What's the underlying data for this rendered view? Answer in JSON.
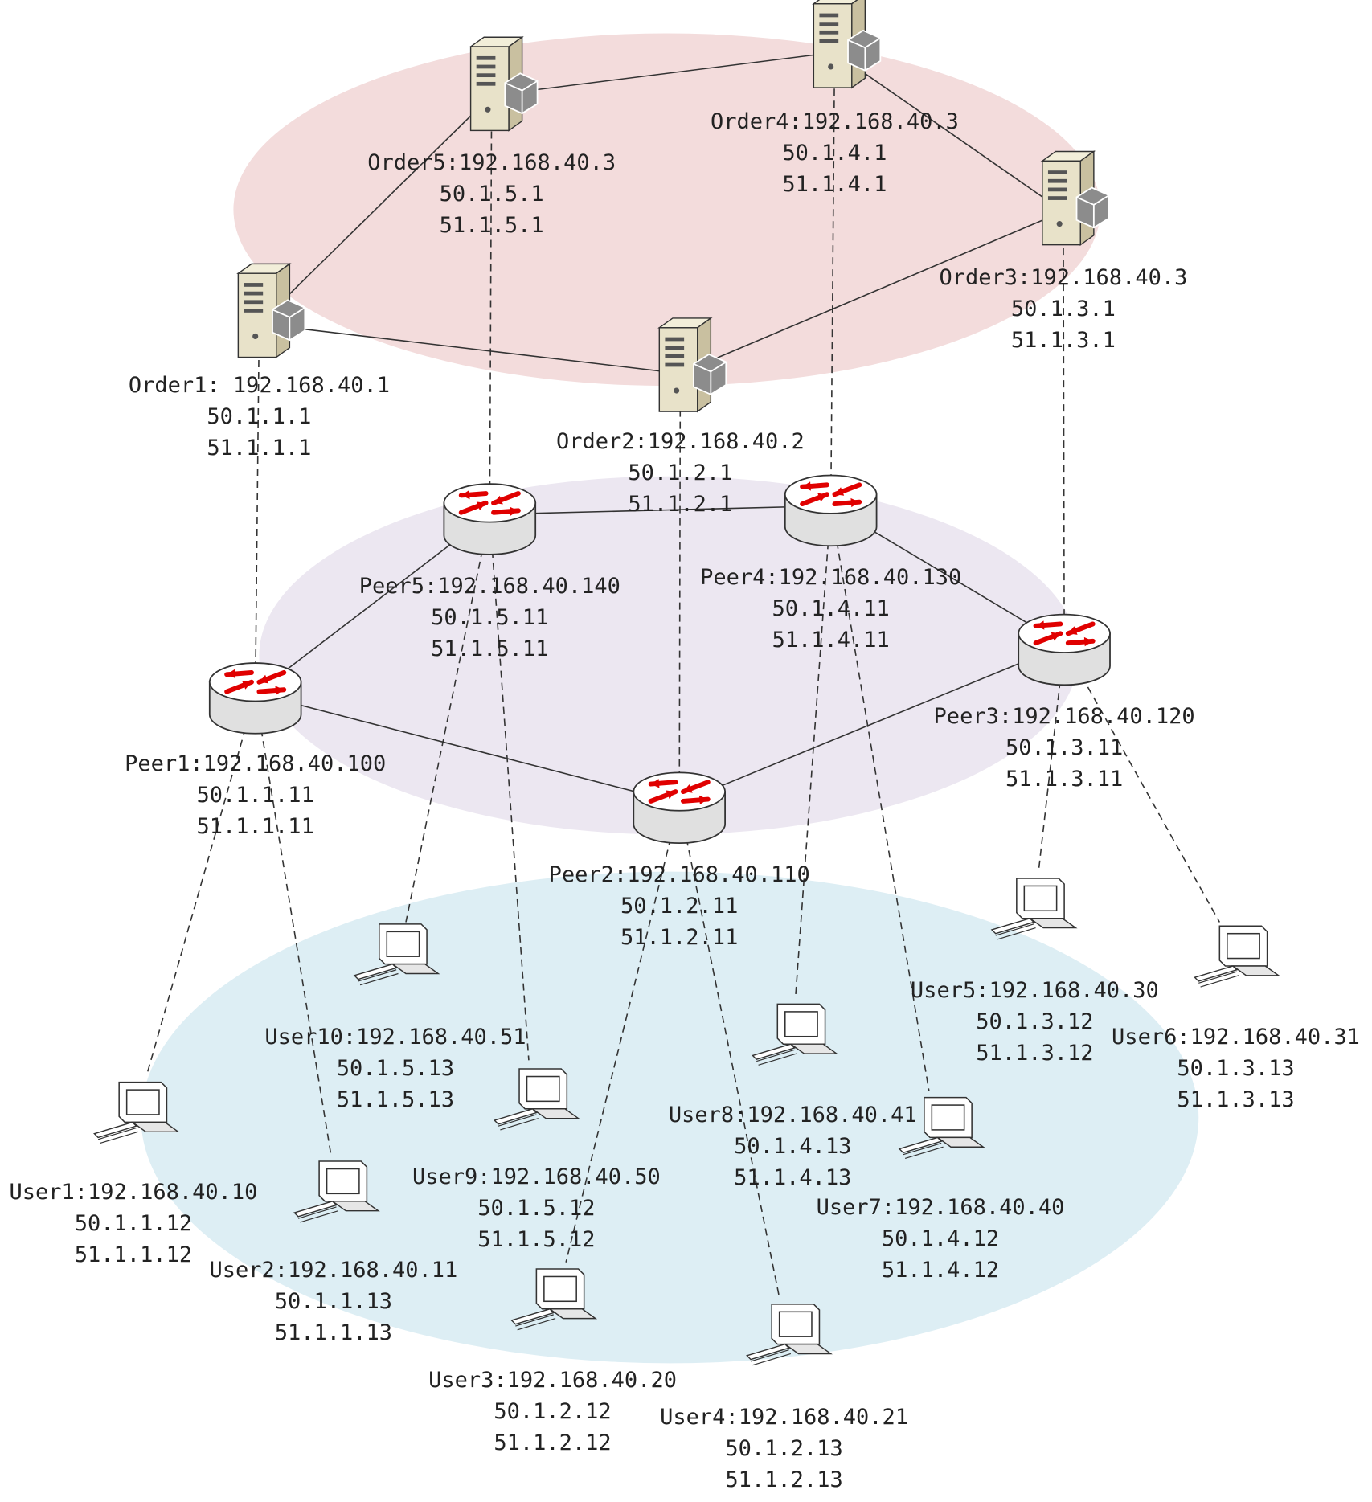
{
  "colors": {
    "order_zone": "#f3dcdc",
    "peer_zone": "#ece7f1",
    "user_zone": "#ddeef4",
    "link": "#333333",
    "router_arrow": "#e00000",
    "server_body": "#e8e2c9",
    "cube": "#8c8c8c"
  },
  "nodes": {
    "order1": {
      "icon": "server-icon",
      "name": "Order1: 192.168.40.1",
      "addr1": "50.1.1.1",
      "addr2": "51.1.1.1"
    },
    "order2": {
      "icon": "server-icon",
      "name": "Order2:192.168.40.2",
      "addr1": "50.1.2.1",
      "addr2": "51.1.2.1"
    },
    "order3": {
      "icon": "server-icon",
      "name": "Order3:192.168.40.3",
      "addr1": "50.1.3.1",
      "addr2": "51.1.3.1"
    },
    "order4": {
      "icon": "server-icon",
      "name": "Order4:192.168.40.3",
      "addr1": "50.1.4.1",
      "addr2": "51.1.4.1"
    },
    "order5": {
      "icon": "server-icon",
      "name": "Order5:192.168.40.3",
      "addr1": "50.1.5.1",
      "addr2": "51.1.5.1"
    },
    "peer1": {
      "icon": "router-icon",
      "name": "Peer1:192.168.40.100",
      "addr1": "50.1.1.11",
      "addr2": "51.1.1.11"
    },
    "peer2": {
      "icon": "router-icon",
      "name": "Peer2:192.168.40.110",
      "addr1": "50.1.2.11",
      "addr2": "51.1.2.11"
    },
    "peer3": {
      "icon": "router-icon",
      "name": "Peer3:192.168.40.120",
      "addr1": "50.1.3.11",
      "addr2": "51.1.3.11"
    },
    "peer4": {
      "icon": "router-icon",
      "name": "Peer4:192.168.40.130",
      "addr1": "50.1.4.11",
      "addr2": "51.1.4.11"
    },
    "peer5": {
      "icon": "router-icon",
      "name": "Peer5:192.168.40.140",
      "addr1": "50.1.5.11",
      "addr2": "51.1.5.11"
    },
    "user1": {
      "icon": "computer-icon",
      "name": "User1:192.168.40.10",
      "addr1": "50.1.1.12",
      "addr2": "51.1.1.12"
    },
    "user2": {
      "icon": "computer-icon",
      "name": "User2:192.168.40.11",
      "addr1": "50.1.1.13",
      "addr2": "51.1.1.13"
    },
    "user3": {
      "icon": "computer-icon",
      "name": "User3:192.168.40.20",
      "addr1": "50.1.2.12",
      "addr2": "51.1.2.12"
    },
    "user4": {
      "icon": "computer-icon",
      "name": "User4:192.168.40.21",
      "addr1": "50.1.2.13",
      "addr2": "51.1.2.13"
    },
    "user5": {
      "icon": "computer-icon",
      "name": "User5:192.168.40.30",
      "addr1": "50.1.3.12",
      "addr2": "51.1.3.12"
    },
    "user6": {
      "icon": "computer-icon",
      "name": "User6:192.168.40.31",
      "addr1": "50.1.3.13",
      "addr2": "51.1.3.13"
    },
    "user7": {
      "icon": "computer-icon",
      "name": "User7:192.168.40.40",
      "addr1": "50.1.4.12",
      "addr2": "51.1.4.12"
    },
    "user8": {
      "icon": "computer-icon",
      "name": "User8:192.168.40.41",
      "addr1": "50.1.4.13",
      "addr2": "51.1.4.13"
    },
    "user9": {
      "icon": "computer-icon",
      "name": "User9:192.168.40.50",
      "addr1": "50.1.5.12",
      "addr2": "51.1.5.12"
    },
    "user10": {
      "icon": "computer-icon",
      "name": "User10:192.168.40.51",
      "addr1": "50.1.5.13",
      "addr2": "51.1.5.13"
    }
  },
  "links": {
    "orderer_ring": [
      [
        "order1",
        "order5"
      ],
      [
        "order5",
        "order4"
      ],
      [
        "order4",
        "order3"
      ],
      [
        "order3",
        "order2"
      ],
      [
        "order2",
        "order1"
      ]
    ],
    "peer_ring": [
      [
        "peer1",
        "peer5"
      ],
      [
        "peer5",
        "peer4"
      ],
      [
        "peer4",
        "peer3"
      ],
      [
        "peer3",
        "peer2"
      ],
      [
        "peer2",
        "peer1"
      ]
    ],
    "order_to_peer_dashed": [
      [
        "order1",
        "peer1"
      ],
      [
        "order2",
        "peer2"
      ],
      [
        "order3",
        "peer3"
      ],
      [
        "order4",
        "peer4"
      ],
      [
        "order5",
        "peer5"
      ]
    ],
    "peer_to_user_dashed": [
      [
        "peer1",
        "user1"
      ],
      [
        "peer1",
        "user2"
      ],
      [
        "peer2",
        "user3"
      ],
      [
        "peer2",
        "user4"
      ],
      [
        "peer3",
        "user5"
      ],
      [
        "peer3",
        "user6"
      ],
      [
        "peer4",
        "user7"
      ],
      [
        "peer4",
        "user8"
      ],
      [
        "peer5",
        "user9"
      ],
      [
        "peer5",
        "user10"
      ]
    ]
  }
}
